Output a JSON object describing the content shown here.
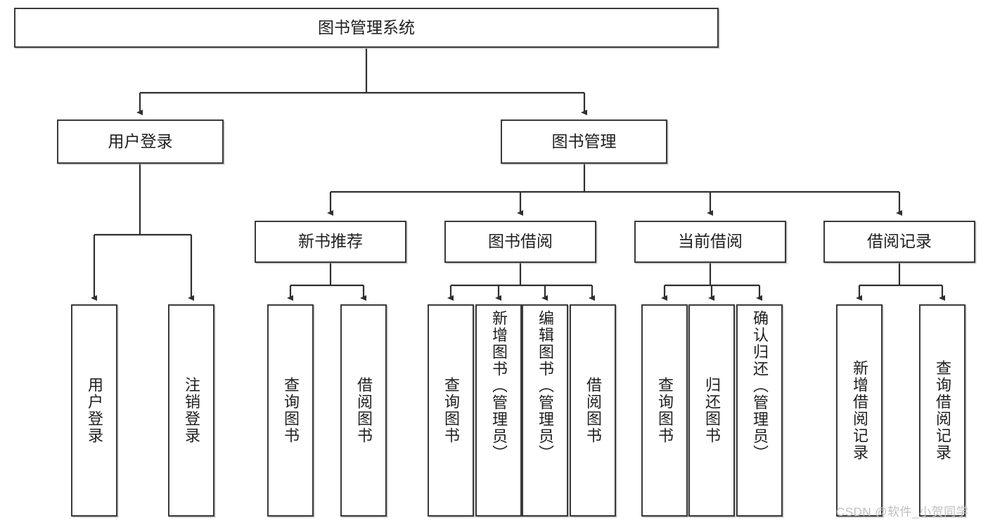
{
  "diagram": {
    "title_node": {
      "label": "图书管理系统"
    },
    "level2": [
      {
        "label": "用户登录"
      },
      {
        "label": "图书管理"
      }
    ],
    "level3": [
      {
        "label": "新书推荐"
      },
      {
        "label": "图书借阅"
      },
      {
        "label": "当前借阅"
      },
      {
        "label": "借阅记录"
      }
    ],
    "leaves": {
      "user_login": [
        {
          "label": "用户登录"
        },
        {
          "label": "注销登录"
        }
      ],
      "new_book_recommend": [
        {
          "label": "查询图书"
        },
        {
          "label": "借阅图书"
        }
      ],
      "book_borrow": [
        {
          "label": "查询图书"
        },
        {
          "label": "新增图书（管理员）"
        },
        {
          "label": "编辑图书（管理员）"
        },
        {
          "label": "借阅图书"
        }
      ],
      "current_borrow": [
        {
          "label": "查询图书"
        },
        {
          "label": "归还图书"
        },
        {
          "label": "确认归还（管理员）"
        }
      ],
      "borrow_record": [
        {
          "label": "新增借阅记录"
        },
        {
          "label": "查询借阅记录"
        }
      ]
    }
  },
  "watermark": {
    "text": "CSDN @软件_小贺同学"
  },
  "colors": {
    "border": "#3a3a3a",
    "text": "#1f1f1f",
    "background": "#ffffff",
    "watermark": "#bfbfbf"
  }
}
